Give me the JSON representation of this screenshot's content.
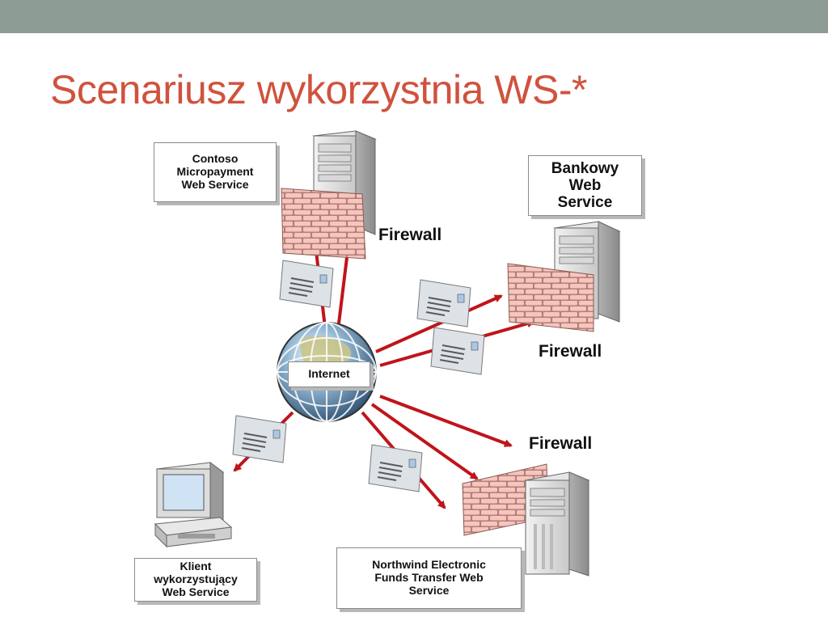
{
  "slide": {
    "title": "Scenariusz wykorzystnia WS-*",
    "accent_color": "#d0523d",
    "topbar_color": "#8c9c94"
  },
  "diagram": {
    "nodes": {
      "contoso": "Contoso\nMicropayment\nWeb Service",
      "bank": "Bankowy\nWeb\nService",
      "client": "Klient\nwykorzystujący\nWeb Service",
      "northwind": "Northwind Electronic\nFunds Transfer Web\nService",
      "internet": "Internet"
    },
    "firewall_labels": [
      "Firewall",
      "Firewall",
      "Firewall"
    ],
    "arrow_color": "#c0141b",
    "icons": [
      "globe-icon",
      "server-icon",
      "firewall-icon",
      "envelope-icon",
      "computer-icon"
    ]
  }
}
